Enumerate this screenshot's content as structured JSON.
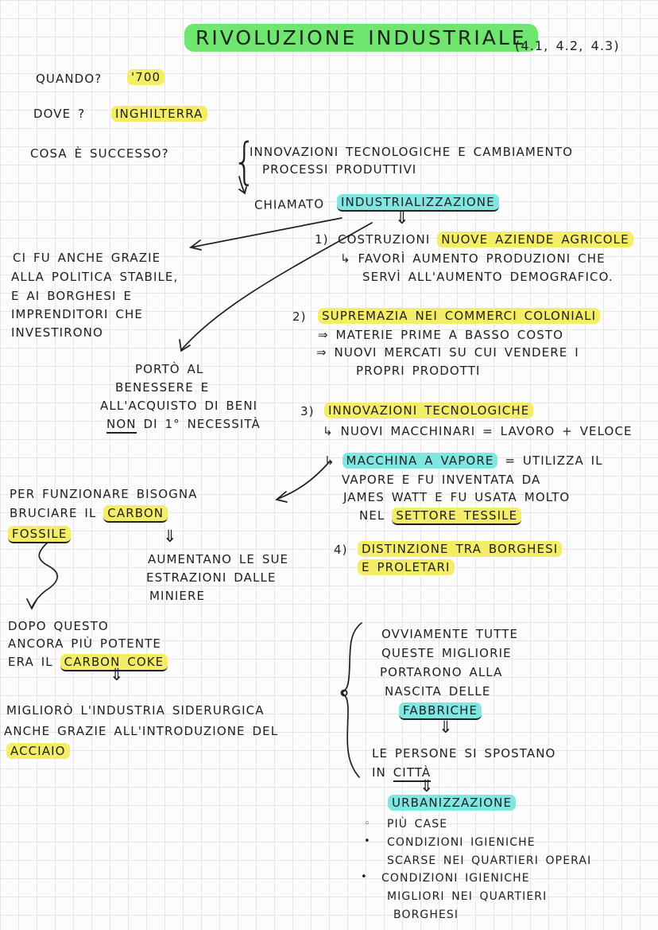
{
  "colors": {
    "highlight_green": "#6fe76f",
    "highlight_yellow": "#f4ed67",
    "highlight_cyan": "#80e6e2",
    "ink": "#1f1f1f",
    "grid": "#e6e6ea"
  },
  "title": {
    "text": "RIVOLUZIONE INDUSTRIALE",
    "ref": "(4.1, 4.2, 4.3)"
  },
  "quando": {
    "label": "QUANDO?",
    "value": "'700"
  },
  "dove": {
    "label": "DOVE ?",
    "value": "INGHILTERRA"
  },
  "cosa": {
    "label": "COSA È SUCCESSO?",
    "line1": "INNOVAZIONI TECNOLOGICHE E CAMBIAMENTO",
    "line2": "PROCESSI PRODUTTIVI"
  },
  "chiamato": {
    "label": "CHIAMATO",
    "term": "INDUSTRIALIZZAZIONE"
  },
  "grazie": {
    "l1": "CI FU ANCHE GRAZIE",
    "l2": "ALLA POLITICA STABILE,",
    "l3": "E AI BORGHESI E",
    "l4": "IMPRENDITORI CHE",
    "l5": "INVESTIRONO"
  },
  "porto": {
    "l1": "PORTÒ AL",
    "l2": "BENESSERE E",
    "l3": "ALL'ACQUISTO DI BENI",
    "l4a": "NON",
    "l4b": "DI 1° NECESSITÀ"
  },
  "p1": {
    "num": "1)",
    "pre": "COSTRUZIONI",
    "hl": "NUOVE AZIENDE AGRICOLE",
    "s1": "↳ FAVORÌ AUMENTO PRODUZIONI CHE",
    "s2": "SERVÌ ALL'AUMENTO DEMOGRAFICO."
  },
  "p2": {
    "num": "2)",
    "hl": "SUPREMAZIA NEI COMMERCI COLONIALI",
    "s1": "⇒ MATERIE PRIME A BASSO COSTO",
    "s2": "⇒ NUOVI MERCATI SU CUI VENDERE I",
    "s3": "PROPRI PRODOTTI"
  },
  "p3": {
    "num": "3)",
    "hl": "INNOVAZIONI TECNOLOGICHE",
    "s1": "↳ NUOVI MACCHINARI = LAVORO + VELOCE",
    "s2pre": "↳",
    "s2hl": "MACCHINA A VAPORE",
    "s2post": "= UTILIZZA IL",
    "s3": "VAPORE  E FU INVENTATA DA",
    "s4": "JAMES WATT  E FU USATA MOLTO",
    "s5pre": "NEL",
    "s5hl": "SETTORE TESSILE"
  },
  "p4": {
    "num": "4)",
    "hl1": "DISTINZIONE TRA BORGHESI",
    "hl2": "E PROLETARI"
  },
  "carbon": {
    "l1": "PER FUNZIONARE BISOGNA",
    "l2pre": "BRUCIARE IL",
    "l2hl": "CARBON",
    "l3hl": "FOSSILE"
  },
  "estrazioni": {
    "l1": "AUMENTANO LE SUE",
    "l2": "ESTRAZIONI DALLE",
    "l3": "MINIERE"
  },
  "coke": {
    "l1": "DOPO QUESTO",
    "l2": "ANCORA PIÙ POTENTE",
    "l3pre": "ERA IL",
    "l3hl": "CARBON COKE"
  },
  "siderurgia": {
    "l1": "MIGLIORÒ L'INDUSTRIA SIDERURGICA",
    "l2": "ANCHE GRAZIE ALL'INTRODUZIONE DEL",
    "l3hl": "ACCIAIO"
  },
  "fabbriche": {
    "l1": "OVVIAMENTE TUTTE",
    "l2": "QUESTE MIGLIORIE",
    "l3": "PORTARONO ALLA",
    "l4": "NASCITA DELLE",
    "hl": "FABBRICHE"
  },
  "persone": {
    "l1": "LE PERSONE SI SPOSTANO",
    "l2pre": "IN",
    "l2ul": "CITTÀ"
  },
  "urbanizzazione": {
    "hl": "URBANIZZAZIONE"
  },
  "bullets": {
    "m1": "◦",
    "m2": "•",
    "m3": "•",
    "b1": "PIÙ CASE",
    "b2l1": "CONDIZIONI  IGIENICHE",
    "b2l2": "SCARSE NEI  QUARTIERI OPERAI",
    "b3l1": "CONDIZIONI  IGIENICHE",
    "b3l2": "MIGLIORI NEI QUARTIERI",
    "b3l3": "BORGHESI"
  },
  "glyphs": {
    "double_down_arrow": "⇓",
    "brace": "{"
  }
}
